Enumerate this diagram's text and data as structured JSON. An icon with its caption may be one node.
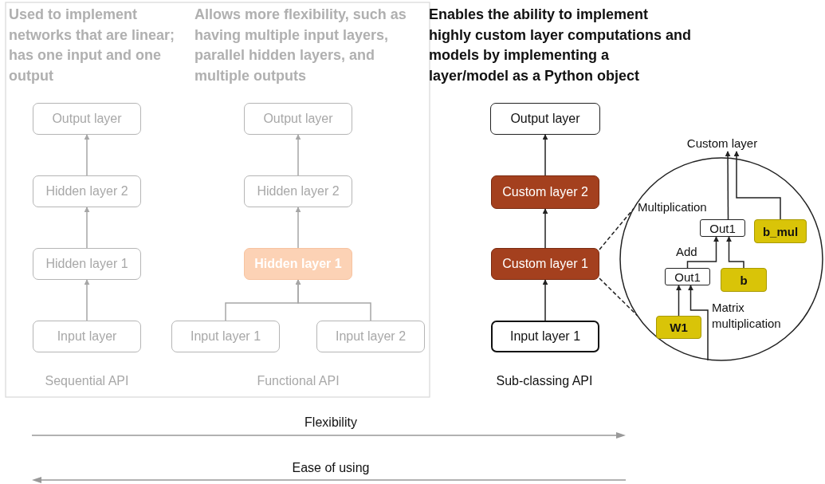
{
  "diagram": {
    "nodes": [
      {
        "text": [
          "Output layer"
        ]
      },
      {
        "text": [
          "Hidden layer 2"
        ]
      },
      {
        "text": [
          "Hidden layer 1"
        ]
      },
      {
        "text": [
          "Input layer"
        ]
      },
      {
        "text": [
          "Output layer"
        ]
      },
      {
        "text": [
          "Hidden layer 2"
        ]
      },
      {
        "text": [
          "Hidden layer 1"
        ]
      },
      {
        "text": [
          "Input layer 1"
        ]
      },
      {
        "text": [
          "Input layer 2"
        ]
      },
      {
        "text": [
          "Output layer"
        ]
      },
      {
        "text": [
          "Custom layer 2"
        ]
      },
      {
        "text": [
          "Custom layer 1"
        ]
      },
      {
        "text": [
          "Input layer 1"
        ]
      },
      {
        "text": [],
        "shape": "circle"
      },
      {
        "text": [
          "Custom layer"
        ]
      },
      {
        "text": [
          "Out1"
        ],
        "in": 13
      },
      {
        "text": [
          "b_mul"
        ],
        "in": 13
      },
      {
        "text": [
          "Out1"
        ],
        "in": 13
      },
      {
        "text": [
          "b"
        ],
        "in": 13
      },
      {
        "text": [
          "W1"
        ],
        "in": 13
      }
    ],
    "edges": [
      {
        "from": 3,
        "to": 2,
        "arrow": "to",
        "color": "#a6a6a6"
      },
      {
        "from": 2,
        "to": 1,
        "arrow": "to",
        "color": "#a6a6a6"
      },
      {
        "from": 1,
        "to": 0,
        "arrow": "to",
        "color": "#a6a6a6"
      },
      {
        "from": 7,
        "to": 6,
        "arrow": "to",
        "color": "#a6a6a6"
      },
      {
        "from": 8,
        "to": 6,
        "arrow": "to",
        "color": "#a6a6a6"
      },
      {
        "from": 6,
        "to": 5,
        "arrow": "to",
        "color": "#a6a6a6"
      },
      {
        "from": 5,
        "to": 4,
        "arrow": "to",
        "color": "#a6a6a6"
      },
      {
        "from": 12,
        "to": 11,
        "arrow": "to"
      },
      {
        "from": 11,
        "to": 10,
        "arrow": "to"
      },
      {
        "from": 10,
        "to": 9,
        "arrow": "to"
      },
      {
        "from": 11,
        "to": 13,
        "arrow": "none",
        "style": "dashed"
      },
      {
        "from": 11,
        "to": 13,
        "arrow": "none",
        "style": "dashed"
      },
      {
        "from": 15,
        "to": 14,
        "arrow": "to"
      },
      {
        "from": 16,
        "to": 14,
        "arrow": "to"
      },
      {
        "from": 17,
        "to": 15,
        "arrow": "to"
      },
      {
        "from": 18,
        "to": 15,
        "arrow": "to"
      },
      {
        "from": 19,
        "to": 17,
        "arrow": "to"
      },
      {
        "from": null,
        "to": 17,
        "arrow": "to"
      }
    ],
    "labels": [
      "Used to implement networks that are linear; has one input and one output",
      "Allows more flexibility, such as having multiple input layers, parallel hidden layers, and multiple outputs",
      "Enables the ability to implement highly custom layer computations and models by implementing a layer/model as a Python object",
      "Multiplication",
      "Add",
      "Matrix multiplication",
      "Sequential API",
      "Functional API",
      "Sub-classing API",
      "Flexibility",
      "Ease of using"
    ]
  }
}
